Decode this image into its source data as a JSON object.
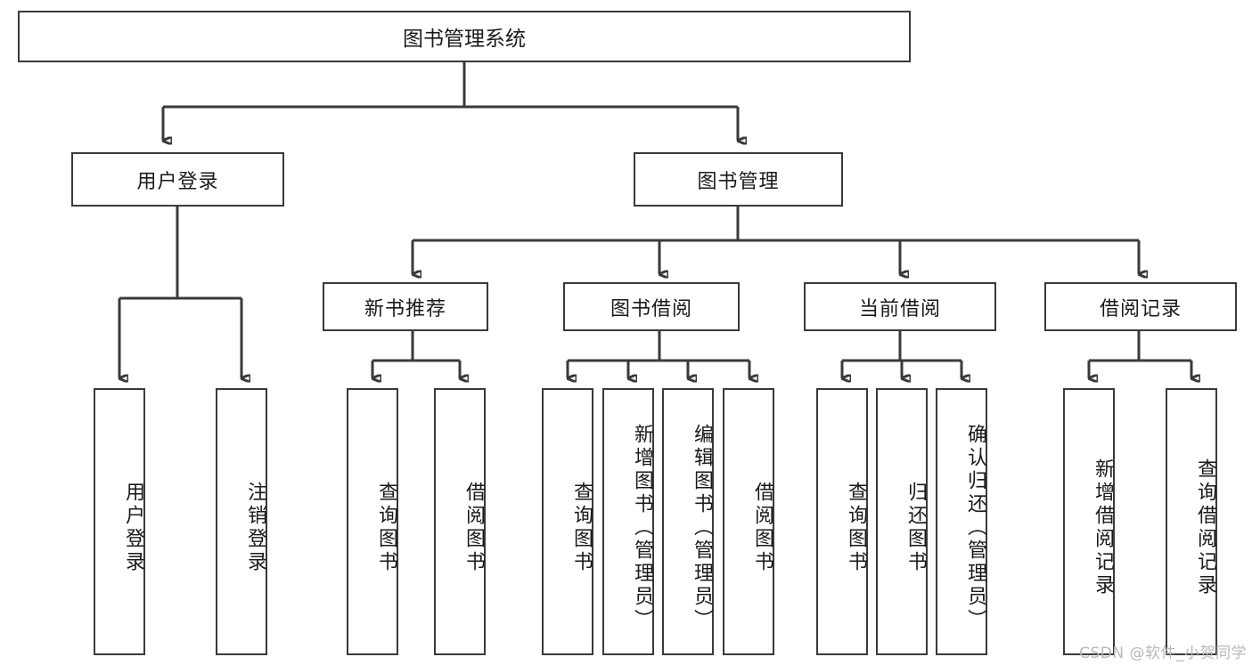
{
  "diagram": {
    "title": "图书管理系统",
    "type": "hierarchy-tree",
    "watermark": "CSDN @软件_小贺同学",
    "colors": {
      "box_border": "#3a3a3a",
      "box_fill": "#ffffff",
      "connector": "#3a3a3a",
      "text": "#1a1a1a",
      "watermark": "#b9b9b9"
    },
    "root": {
      "label": "图书管理系统"
    },
    "level2": [
      {
        "label": "用户登录"
      },
      {
        "label": "图书管理"
      }
    ],
    "level3": [
      {
        "label": "新书推荐"
      },
      {
        "label": "图书借阅"
      },
      {
        "label": "当前借阅"
      },
      {
        "label": "借阅记录"
      }
    ],
    "leaves": {
      "user_login": [
        {
          "label": "用户登录"
        },
        {
          "label": "注销登录"
        }
      ],
      "new_book_recommend": [
        {
          "label": "查询图书"
        },
        {
          "label": "借阅图书"
        }
      ],
      "book_borrow": [
        {
          "label": "查询图书"
        },
        {
          "label": "新增图书（管理员）"
        },
        {
          "label": "编辑图书（管理员）"
        },
        {
          "label": "借阅图书"
        }
      ],
      "current_borrow": [
        {
          "label": "查询图书"
        },
        {
          "label": "归还图书"
        },
        {
          "label": "确认归还（管理员）"
        }
      ],
      "borrow_record": [
        {
          "label": "新增借阅记录"
        },
        {
          "label": "查询借阅记录"
        }
      ]
    }
  }
}
